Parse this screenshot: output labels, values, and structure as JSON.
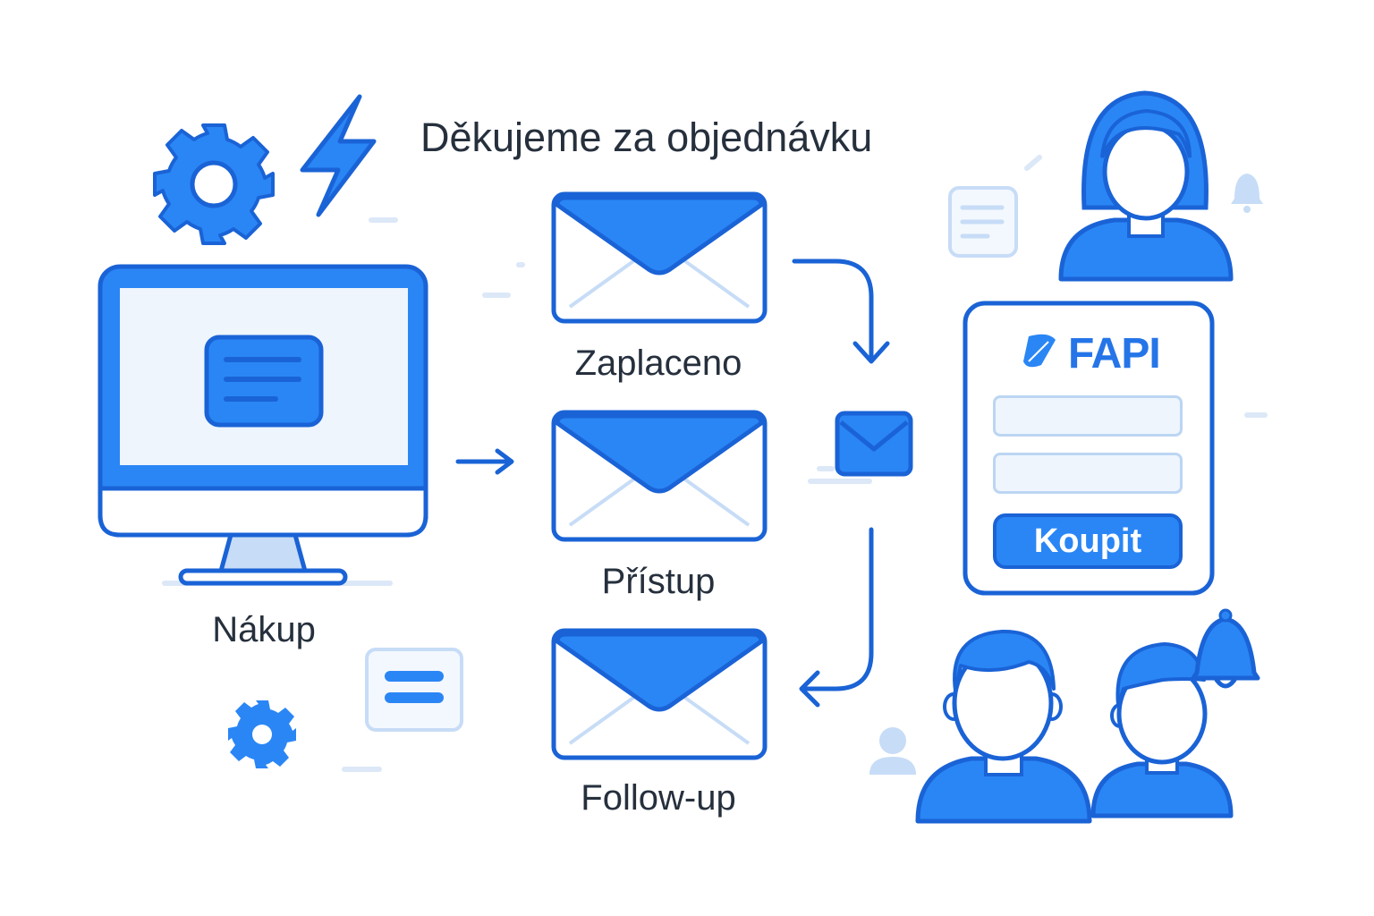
{
  "title": "Děkujeme za objednávku",
  "source": {
    "label": "Nákup",
    "icon": "computer-monitor-icon"
  },
  "emails": [
    {
      "label": "Zaplaceno",
      "icon": "envelope-icon"
    },
    {
      "label": "Přístup",
      "icon": "envelope-icon"
    },
    {
      "label": "Follow-up",
      "icon": "envelope-icon"
    }
  ],
  "checkout": {
    "brand": "FAPI",
    "button_label": "Koupit"
  },
  "colors": {
    "primary": "#2a86f5",
    "stroke": "#1a63d6",
    "light": "#c7dcf6",
    "text": "#26303d"
  }
}
